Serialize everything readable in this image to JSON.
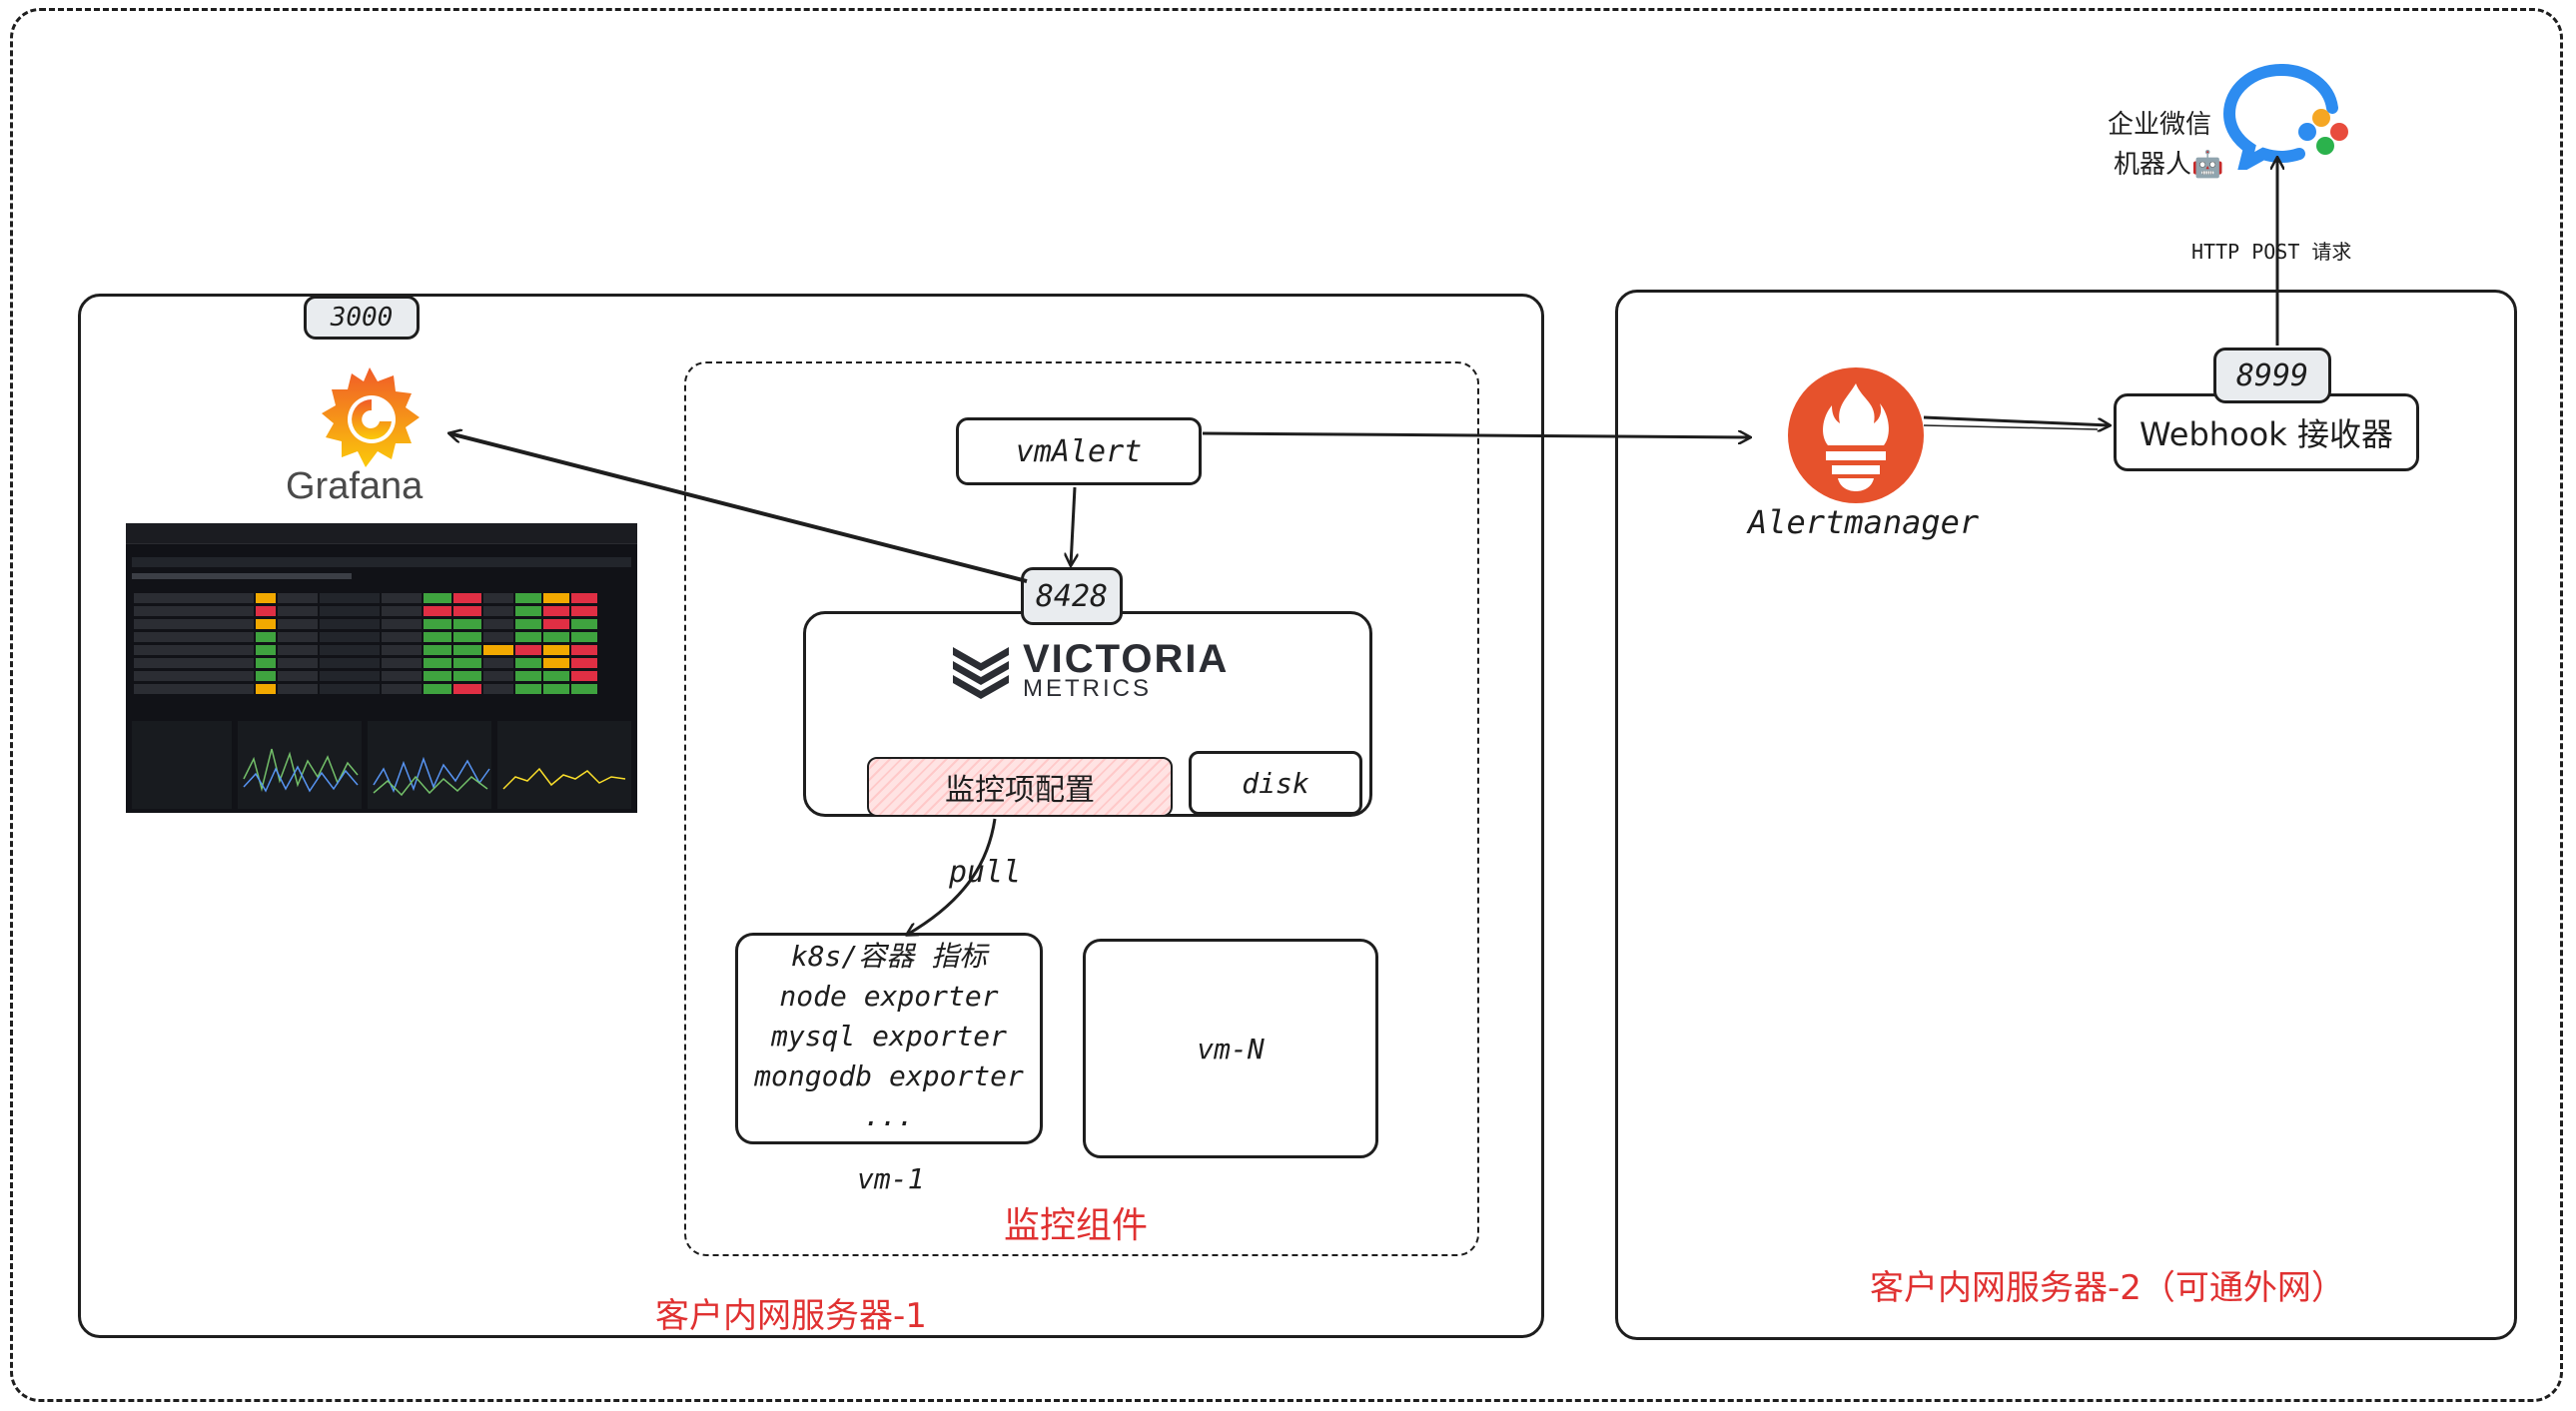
{
  "outer_border": "dashed",
  "server1": {
    "label": "客户内网服务器-1",
    "grafana": {
      "port": "3000",
      "name": "Grafana",
      "logo_color": "#f46800"
    },
    "monitoring_group": {
      "label": "监控组件",
      "vmalert": "vmAlert",
      "vm_port": "8428",
      "victoria": {
        "line1": "VICTORIA",
        "line2": "METRICS",
        "config": "监控项配置",
        "disk": "disk"
      },
      "pull": "pull",
      "vm1": {
        "lines": [
          "k8s/容器 指标",
          "node exporter",
          "mysql exporter",
          "mongodb exporter",
          "..."
        ],
        "caption": "vm-1"
      },
      "vmN": "vm-N"
    }
  },
  "server2": {
    "label": "客户内网服务器-2（可通外网）",
    "alertmanager": {
      "name": "Alertmanager",
      "logo_color": "#e6522c"
    },
    "webhook": {
      "port": "8999",
      "label": "Webhook 接收器"
    }
  },
  "http_post": "HTTP POST 请求",
  "wechat": {
    "line1": "企业微信",
    "line2": "机器人🤖"
  },
  "colors": {
    "accent_red": "#e03131",
    "stroke": "#1e1e1e",
    "pill_fill": "#e9ecef"
  }
}
